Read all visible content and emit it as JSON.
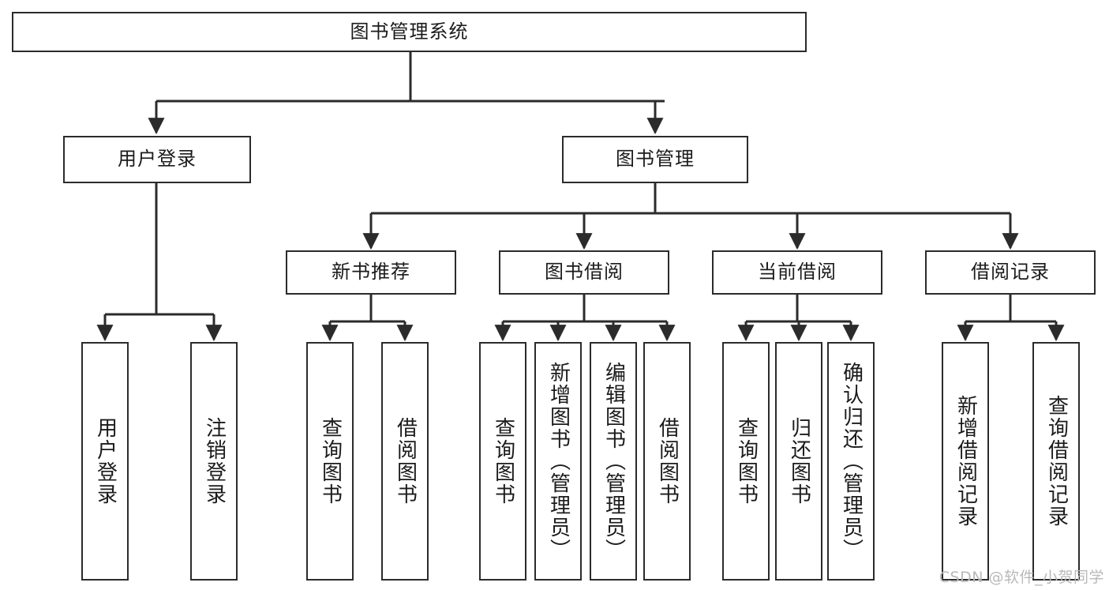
{
  "diagram": {
    "title": "图书管理系统",
    "watermark": "CSDN @软件_小贺同学",
    "colors": {
      "box_border": "#2b2b2b",
      "box_fill": "#ffffff",
      "edge": "#2b2b2b",
      "text": "#1b1b1b",
      "watermark": "#b9b9b9"
    },
    "root": {
      "label": "图书管理系统"
    },
    "level2": [
      {
        "id": "user-login",
        "label": "用户登录"
      },
      {
        "id": "book-manage",
        "label": "图书管理"
      }
    ],
    "level3": [
      {
        "id": "new-book-recommend",
        "label": "新书推荐",
        "parent": "book-manage"
      },
      {
        "id": "book-borrow",
        "label": "图书借阅",
        "parent": "book-manage"
      },
      {
        "id": "current-borrow",
        "label": "当前借阅",
        "parent": "book-manage"
      },
      {
        "id": "borrow-record",
        "label": "借阅记录",
        "parent": "book-manage"
      }
    ],
    "leaves": {
      "user-login": [
        {
          "id": "leaf-user-login",
          "label": "用户登录"
        },
        {
          "id": "leaf-user-logout",
          "label": "注销登录"
        }
      ],
      "new-book-recommend": [
        {
          "id": "leaf-query-book-1",
          "label": "查询图书"
        },
        {
          "id": "leaf-borrow-book-1",
          "label": "借阅图书"
        }
      ],
      "book-borrow": [
        {
          "id": "leaf-query-book-2",
          "label": "查询图书"
        },
        {
          "id": "leaf-add-book",
          "label": "新增图书（管理员）"
        },
        {
          "id": "leaf-edit-book",
          "label": "编辑图书（管理员）"
        },
        {
          "id": "leaf-borrow-book-2",
          "label": "借阅图书"
        }
      ],
      "current-borrow": [
        {
          "id": "leaf-query-book-3",
          "label": "查询图书"
        },
        {
          "id": "leaf-return-book",
          "label": "归还图书"
        },
        {
          "id": "leaf-confirm-return",
          "label": "确认归还（管理员）"
        }
      ],
      "borrow-record": [
        {
          "id": "leaf-add-record",
          "label": "新增借阅记录"
        },
        {
          "id": "leaf-query-record",
          "label": "查询借阅记录"
        }
      ]
    }
  }
}
